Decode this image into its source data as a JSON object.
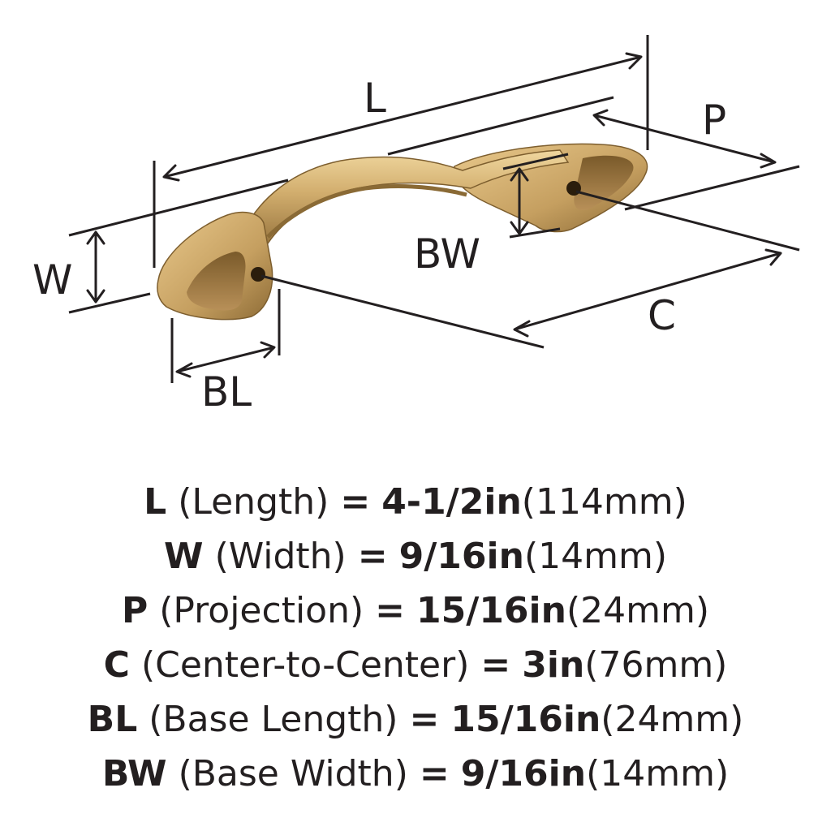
{
  "labels": {
    "length": "L",
    "projection": "P",
    "width": "W",
    "base_width": "BW",
    "center_to_center": "C",
    "base_length": "BL"
  },
  "colors": {
    "ink": "#231f20",
    "brass_light": "#e8c98c",
    "brass_mid": "#c9a466",
    "brass_dark": "#8a6a35",
    "brass_shadow": "#6e5228"
  },
  "specs": [
    {
      "symbol": "L",
      "description": "(Length)",
      "imperial": "4-1/2in",
      "metric": "(114mm)"
    },
    {
      "symbol": "W",
      "description": "(Width)",
      "imperial": "9/16in",
      "metric": "(14mm)"
    },
    {
      "symbol": "P",
      "description": "(Projection)",
      "imperial": "15/16in",
      "metric": "(24mm)"
    },
    {
      "symbol": "C",
      "description": "(Center-to-Center)",
      "imperial": "3in",
      "metric": "(76mm)"
    },
    {
      "symbol": "BL",
      "description": "(Base Length)",
      "imperial": "15/16in",
      "metric": "(24mm)"
    },
    {
      "symbol": "BW",
      "description": "(Base Width)",
      "imperial": "9/16in",
      "metric": "(14mm)"
    }
  ],
  "equals": "="
}
